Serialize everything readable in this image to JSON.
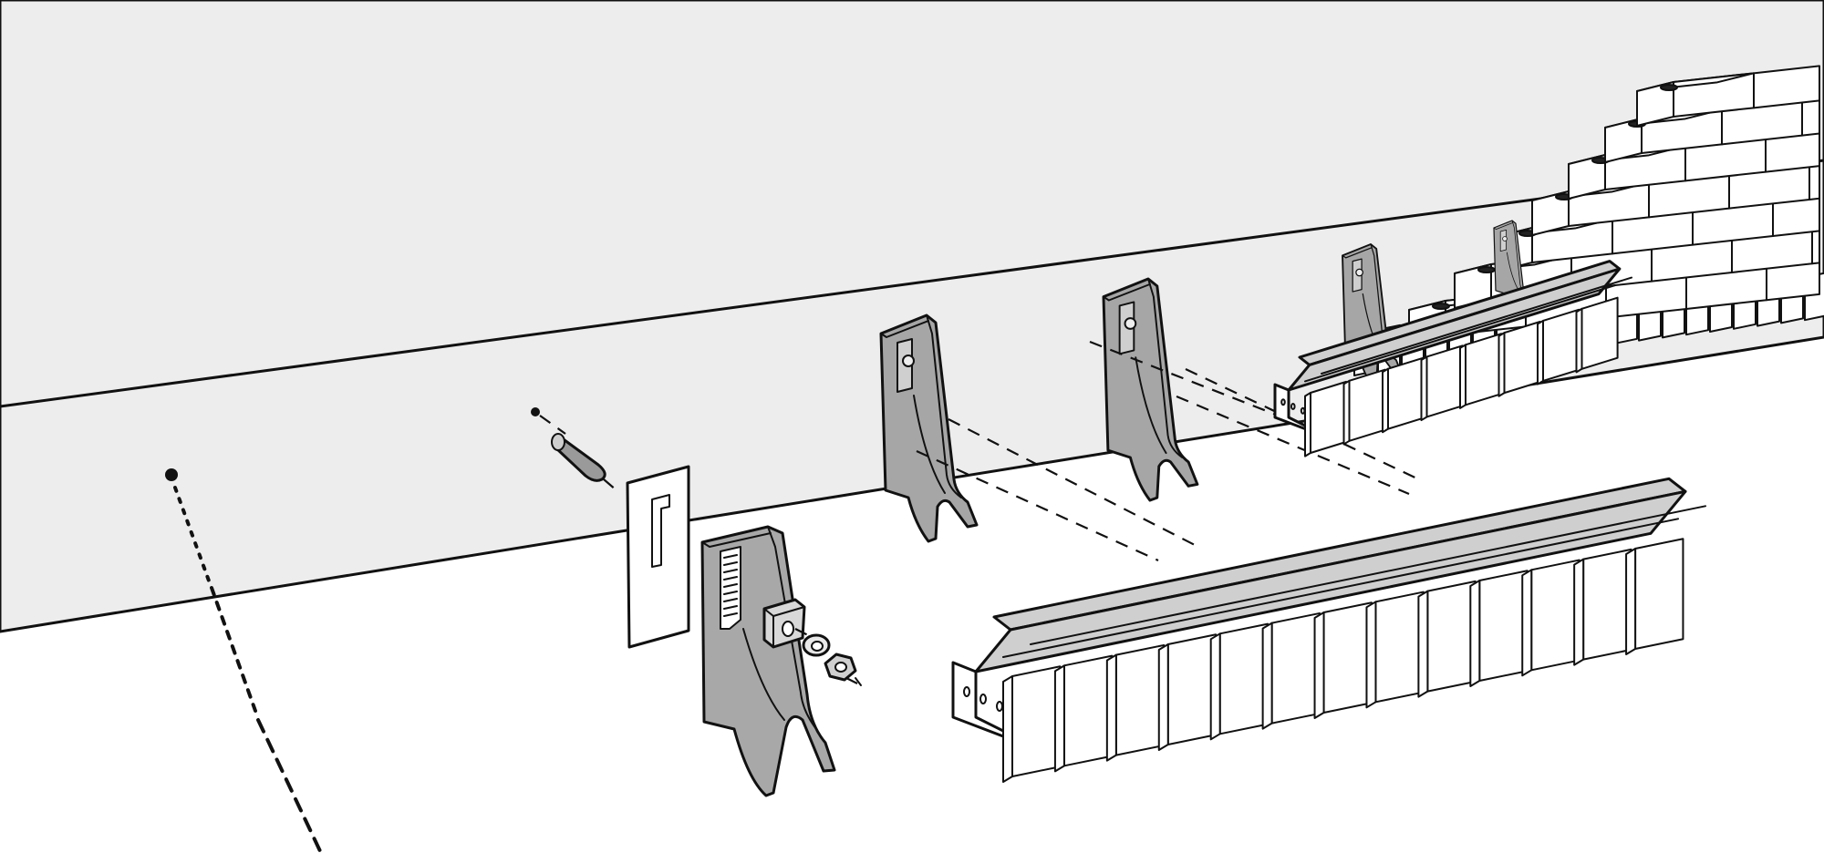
{
  "colors": {
    "wall_fill": "#ededed",
    "ground_fill": "#ffffff",
    "metal_dark": "#a6a6a6",
    "metal_light": "#cfcfcf",
    "brick_fill": "#ffffff",
    "outline": "#111111"
  },
  "components": [
    "masonry-wall",
    "brick-veneer",
    "bracket",
    "shelf-angle",
    "shim-plate",
    "anchor-bolt",
    "square-washer",
    "round-washer",
    "hex-nut"
  ]
}
